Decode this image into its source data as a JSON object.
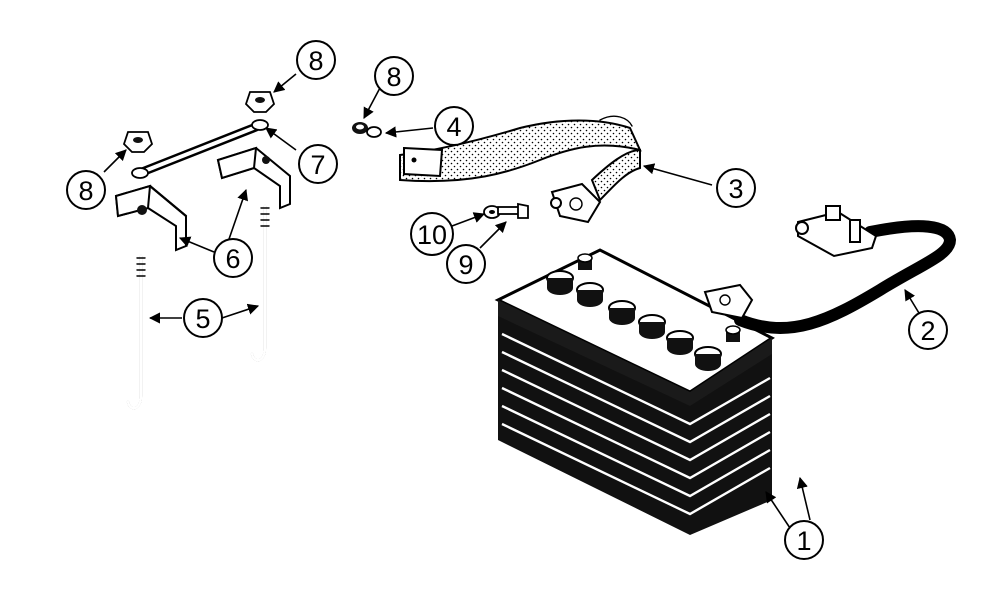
{
  "colors": {
    "ink": "#000000",
    "paper": "#ffffff",
    "shade": "#1a1a1a"
  },
  "callouts": [
    {
      "id": "c1",
      "label": "1"
    },
    {
      "id": "c2",
      "label": "2"
    },
    {
      "id": "c3",
      "label": "3"
    },
    {
      "id": "c4",
      "label": "4"
    },
    {
      "id": "c5",
      "label": "5"
    },
    {
      "id": "c6",
      "label": "6"
    },
    {
      "id": "c7",
      "label": "7"
    },
    {
      "id": "c8a",
      "label": "8"
    },
    {
      "id": "c8b",
      "label": "8"
    },
    {
      "id": "c8c",
      "label": "8"
    },
    {
      "id": "c9",
      "label": "9"
    },
    {
      "id": "c10",
      "label": "10"
    }
  ]
}
